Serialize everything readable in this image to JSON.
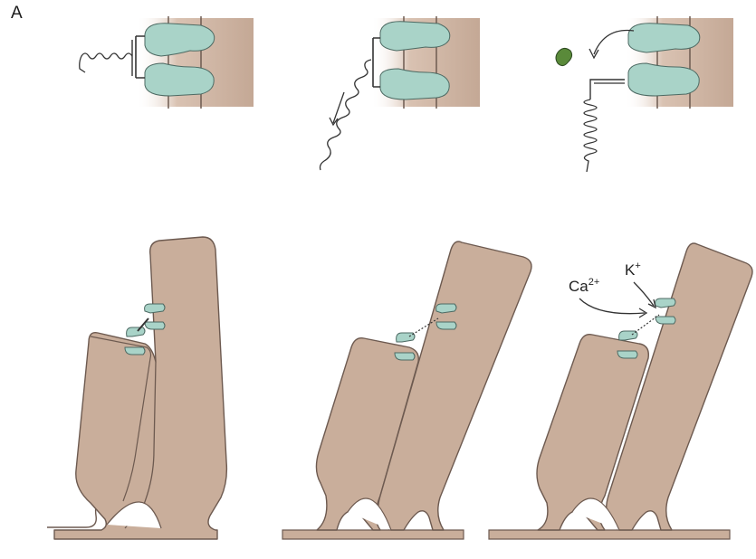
{
  "panel_label": "A",
  "ions": {
    "calcium": "Ca",
    "calcium_charge": "2+",
    "potassium": "K",
    "potassium_charge": "+"
  },
  "colors": {
    "membrane": "#c7ab99",
    "membrane_outline": "#6d5a50",
    "stereocilia_fill": "#c9ae9b",
    "channel": "#a9d3c8",
    "channel_outline": "#4d6a63",
    "spring": "#333333",
    "blocker": "#5a8a3a",
    "background": "#ffffff"
  },
  "icons": [
    "tip-link-spring",
    "mechanotransduction-channel",
    "channel-blocker-blob",
    "arrow"
  ]
}
